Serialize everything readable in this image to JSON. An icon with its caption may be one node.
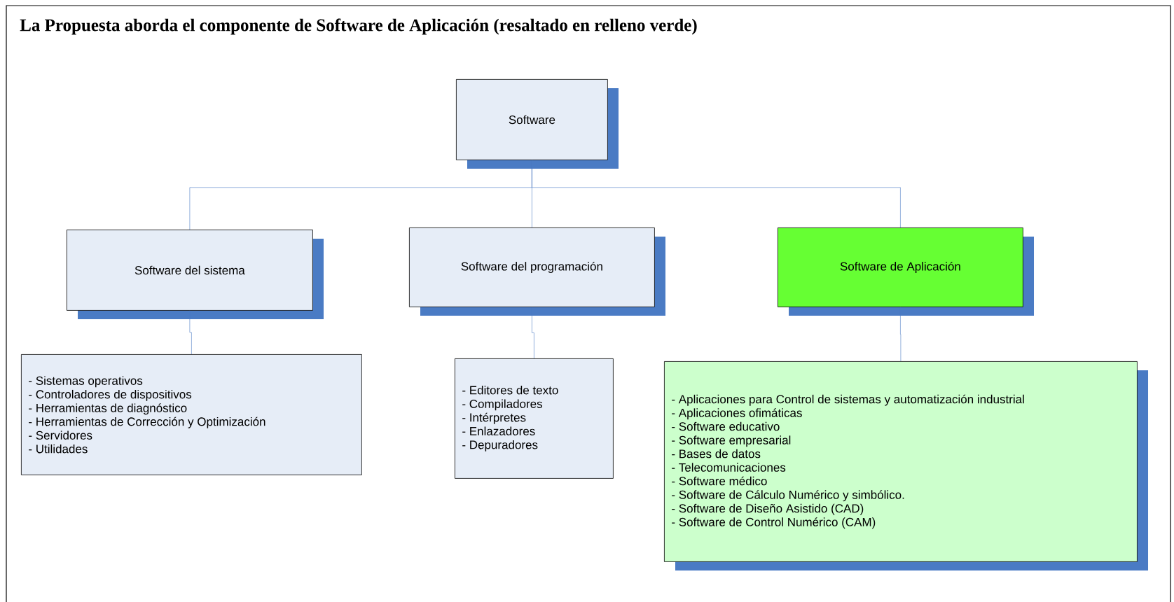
{
  "diagram": {
    "title": "La Propuesta aborda el componente de Software de Aplicación (resaltado en relleno verde)",
    "nodes": [
      {
        "text": [
          "Software"
        ]
      },
      {
        "text": [
          "Software del sistema"
        ]
      },
      {
        "text": [
          "Software del programación"
        ]
      },
      {
        "text": [
          "Software de Aplicación"
        ]
      },
      {
        "text": [
          "- Sistemas operativos",
          "- Controladores de dispositivos",
          "- Herramientas de diagnóstico",
          "- Herramientas de Corrección y Optimización",
          "- Servidores",
          "- Utilidades"
        ]
      },
      {
        "text": [
          "- Editores de texto",
          "- Compiladores",
          "- Intérpretes",
          "- Enlazadores",
          "- Depuradores"
        ]
      },
      {
        "text": [
          "- Aplicaciones para Control de sistemas y automatización industrial",
          "- Aplicaciones ofimáticas",
          "- Software educativo",
          "- Software empresarial",
          "- Bases de datos",
          "- Telecomunicaciones",
          "- Software médico",
          "- Software de Cálculo Numérico y simbólico.",
          "- Software de Diseño Asistido (CAD)",
          "- Software de Control Numérico (CAM)"
        ]
      }
    ],
    "edges": [
      {
        "from": 0,
        "to": 1,
        "arrow": "none"
      },
      {
        "from": 0,
        "to": 2,
        "arrow": "none"
      },
      {
        "from": 0,
        "to": 3,
        "arrow": "none"
      },
      {
        "from": 1,
        "to": 4,
        "arrow": "none"
      },
      {
        "from": 2,
        "to": 5,
        "arrow": "none"
      },
      {
        "from": 3,
        "to": 6,
        "arrow": "none"
      }
    ]
  }
}
